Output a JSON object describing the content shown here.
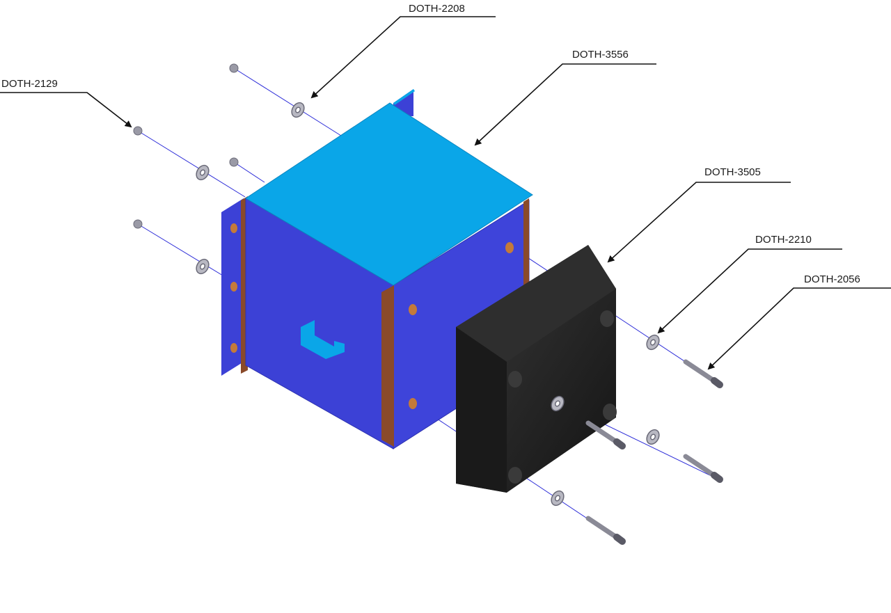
{
  "diagram": {
    "parts": [
      {
        "id": "doth-2208",
        "label": "DOTH-2208"
      },
      {
        "id": "doth-3556",
        "label": "DOTH-3556"
      },
      {
        "id": "doth-2129",
        "label": "DOTH-2129"
      },
      {
        "id": "doth-3505",
        "label": "DOTH-3505"
      },
      {
        "id": "doth-2210",
        "label": "DOTH-2210"
      },
      {
        "id": "doth-2056",
        "label": "DOTH-2056"
      }
    ],
    "colors": {
      "bracket_top": "#0aa6e8",
      "bracket_side": "#3c41d6",
      "bracket_edge": "#8a4a2a",
      "pad": "#1c1c1c",
      "hardware": "#9a9aa6",
      "axis_line": "#2b2bd8"
    }
  }
}
